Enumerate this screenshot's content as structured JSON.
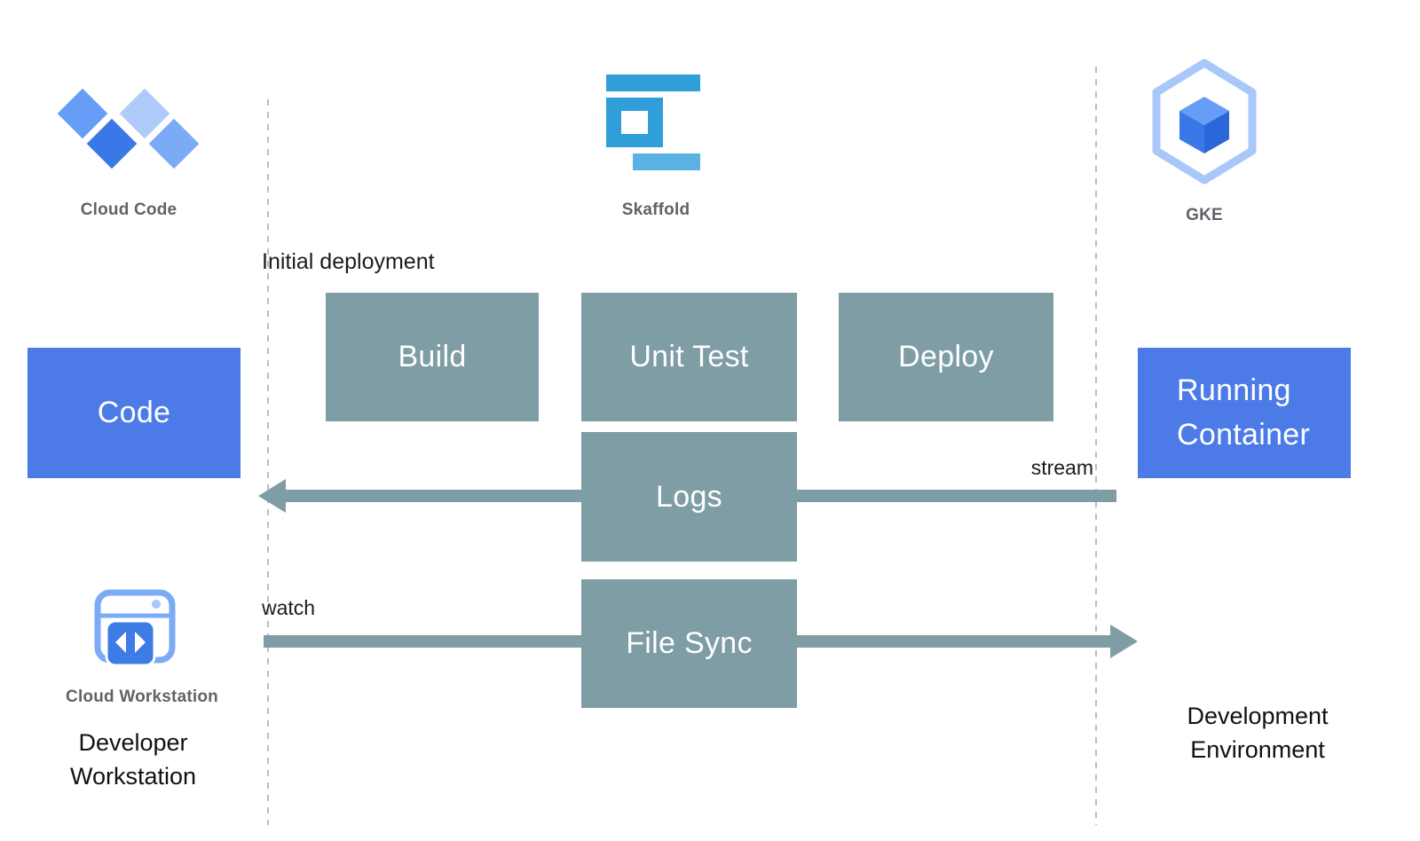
{
  "icons": {
    "cloud_code": {
      "label": "Cloud Code"
    },
    "skaffold": {
      "label": "Skaffold"
    },
    "gke": {
      "label": "GKE"
    },
    "cloud_workstation": {
      "label": "Cloud Workstation"
    }
  },
  "nodes": {
    "code": {
      "label": "Code",
      "type": "blue"
    },
    "build": {
      "label": "Build",
      "type": "teal"
    },
    "unit_test": {
      "label": "Unit Test",
      "type": "teal"
    },
    "deploy": {
      "label": "Deploy",
      "type": "teal"
    },
    "running_container": {
      "label": "Running Container",
      "type": "blue"
    },
    "logs": {
      "label": "Logs",
      "type": "teal"
    },
    "file_sync": {
      "label": "File Sync",
      "type": "teal"
    }
  },
  "annotations": {
    "initial_deployment": "Initial deployment",
    "stream": "stream",
    "watch": "watch"
  },
  "arrows": [
    {
      "id": "logs-stream",
      "direction": "left",
      "label": "stream"
    },
    {
      "id": "file-sync-watch",
      "direction": "right",
      "label": "watch"
    }
  ],
  "captions": {
    "developer_workstation": "Developer Workstation",
    "development_environment": "Development Environment"
  },
  "colors": {
    "blue_box": "#4C7BE8",
    "teal_box": "#7E9DA4",
    "arrow": "#7E9DA4",
    "label_gray": "#5F6368",
    "text_black": "#1C1C1C",
    "dashed_line": "#BDBDBD",
    "skaffold_blue_dark": "#2F9ED9",
    "skaffold_blue_light": "#5BB2E2",
    "google_blue": "#4285F4",
    "light_blue": "#A8C7FA"
  }
}
